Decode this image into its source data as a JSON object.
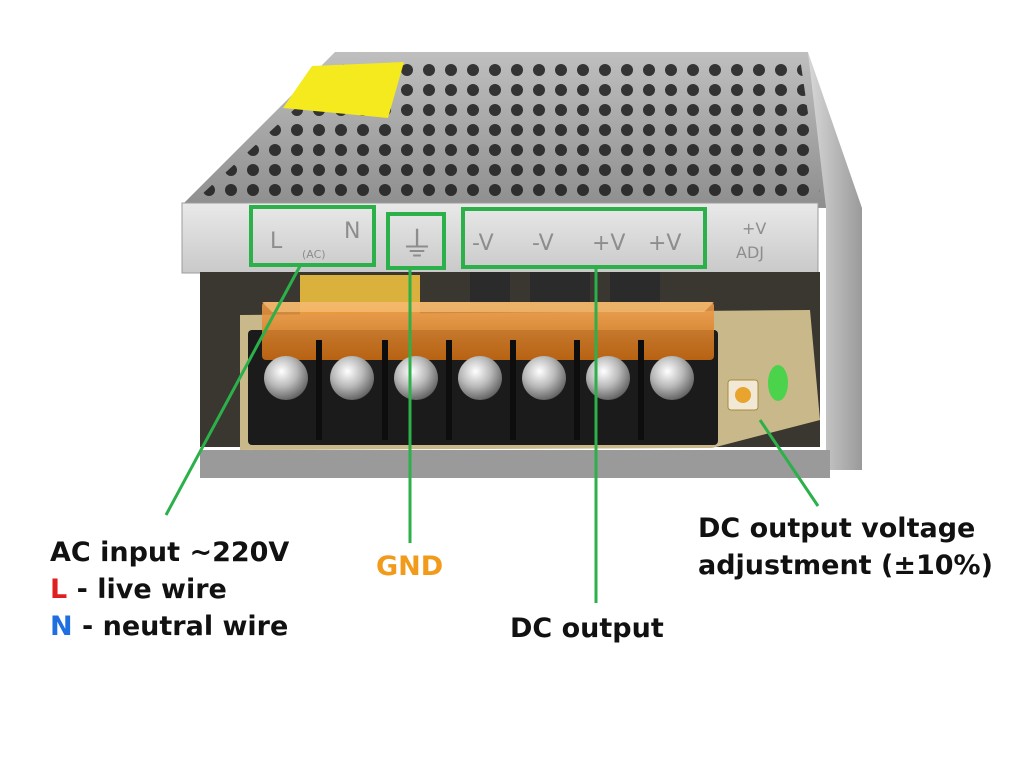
{
  "labels": {
    "ac_input": "AC input ~220V",
    "live_letter": "L",
    "live_text": " - live wire",
    "neutral_letter": "N",
    "neutral_text": " - neutral wire",
    "gnd": "GND",
    "dc_output": "DC output",
    "dc_adjust_line1": "DC output voltage",
    "dc_adjust_line2": "adjustment (±10%)"
  },
  "terminal_plate": {
    "ac_L": "L",
    "ac_N": "N",
    "ac_sub": "(AC)",
    "gnd_symbol": "⏚",
    "outputs": [
      "-V",
      "-V",
      "+V",
      "+V"
    ],
    "adj_top": "+V",
    "adj_bottom": "ADJ"
  },
  "colors": {
    "callout_line": "#2bb04a",
    "live": "#e02020",
    "neutral": "#1f6fe0",
    "gnd": "#f29a1a",
    "text": "#111111"
  }
}
